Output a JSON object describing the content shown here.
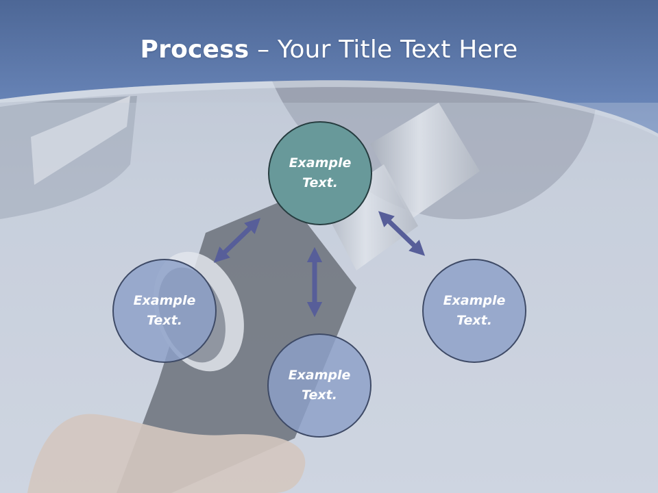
{
  "title": {
    "bold": "Process",
    "rest": " – Your Title Text Here"
  },
  "circles": {
    "top": "Example Text.",
    "left": "Example Text.",
    "right": "Example Text.",
    "bottom": "Example Text."
  },
  "colors": {
    "header_band": "#5a76a8",
    "center_circle": "#68999a",
    "outer_circle": "#8ca0c8",
    "arrow": "#575e99"
  },
  "icons": [
    "double-arrow-icon"
  ]
}
